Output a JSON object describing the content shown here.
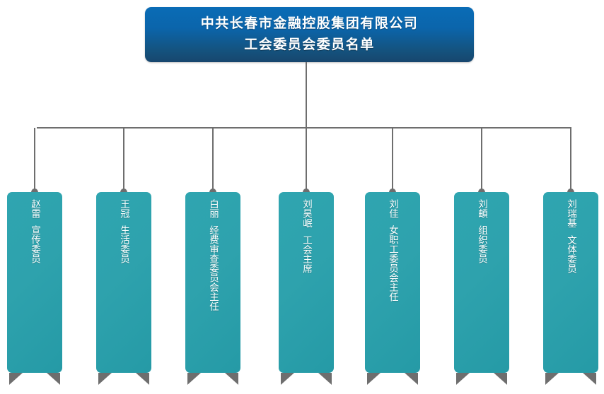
{
  "chart": {
    "type": "org-chart",
    "orientation": "top-down",
    "colors": {
      "root_gradient_top": "#0a6cb6",
      "root_gradient_bottom": "#17466e",
      "leaf_fill": "#2ea2ad",
      "connector_line": "#6e6e6e",
      "connector_dot": "#6e6e6e",
      "foot_marker": "#6e6e6e",
      "text": "#ffffff",
      "background": "#ffffff"
    }
  },
  "root": {
    "title_line1": "中共长春市金融控股集团有限公司",
    "title_line2": "工会委员会委员名单"
  },
  "members": [
    {
      "name": "赵雷",
      "role": "宣传委员"
    },
    {
      "name": "王冠",
      "role": "生活委员"
    },
    {
      "name": "白丽",
      "role": "经费审查委员会主任"
    },
    {
      "name": "刘昊岷",
      "role": "工会主席"
    },
    {
      "name": "刘佳",
      "role": "女职工委员会主任"
    },
    {
      "name": "刘頔",
      "role": "组织委员"
    },
    {
      "name": "刘瑞基",
      "role": "文体委员"
    }
  ]
}
